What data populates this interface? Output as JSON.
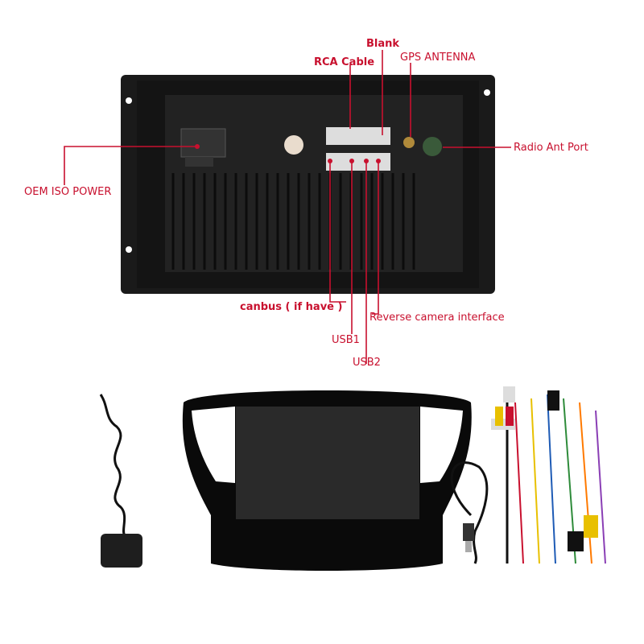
{
  "labels": {
    "blank": "Blank",
    "rca_cable": "RCA Cable",
    "gps_antenna": "GPS ANTENNA",
    "radio_ant_port": "Radio Ant Port",
    "oem_iso_power": "OEM ISO POWER",
    "canbus": "canbus ( if have )",
    "reverse_camera": "Reverse camera interface",
    "usb1": "USB1",
    "usb2": "USB2"
  },
  "colors": {
    "callout": "#c8102e",
    "unit_body": "#1c1c1c",
    "bezel": "#0a0a0a",
    "screen": "#2a2a2a"
  }
}
